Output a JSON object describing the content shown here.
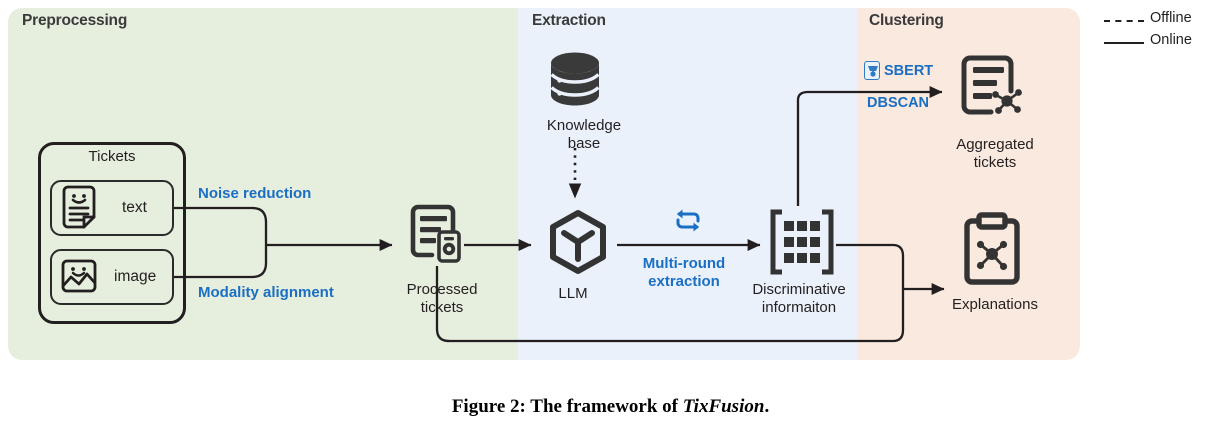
{
  "panels": [
    {
      "id": "preprocessing",
      "title": "Preprocessing",
      "color": "#e6eedd"
    },
    {
      "id": "extraction",
      "title": "Extraction",
      "color": "#eaf1fa"
    },
    {
      "id": "clustering",
      "title": "Clustering",
      "color": "#fae9de"
    }
  ],
  "legend": {
    "items": [
      {
        "label": "Offline",
        "line_style": "dashed"
      },
      {
        "label": "Online",
        "line_style": "solid"
      }
    ]
  },
  "preprocessing": {
    "tickets_group_label": "Tickets",
    "modalities": [
      {
        "label": "text",
        "icon": "document-smiley-icon"
      },
      {
        "label": "image",
        "icon": "image-smiley-icon"
      }
    ],
    "edge_labels": [
      {
        "text": "Noise reduction",
        "color": "#1a6fc4"
      },
      {
        "text": "Modality alignment",
        "color": "#1a6fc4"
      }
    ],
    "processed_tickets": {
      "label_line1": "Processed",
      "label_line2": "tickets",
      "icon": "document-gear-icon"
    }
  },
  "extraction": {
    "knowledge_base": {
      "label_line1": "Knowledge",
      "label_line2": "base",
      "icon": "database-icon"
    },
    "llm": {
      "label": "LLM",
      "icon": "cube-hexagon-icon"
    },
    "multi_round": {
      "label_line1": "Multi-round",
      "label_line2": "extraction",
      "icon": "repeat-loop-icon",
      "color": "#1a6fc4"
    },
    "discriminative": {
      "label_line1": "Discriminative",
      "label_line2": "informaiton",
      "icon": "matrix-icon"
    }
  },
  "clustering": {
    "methods": [
      {
        "label": "SBERT",
        "icon": "sbert-badge-icon",
        "color": "#1a6fc4"
      },
      {
        "label": "DBSCAN",
        "icon": null,
        "color": "#1a6fc4"
      }
    ],
    "aggregated": {
      "label_line1": "Aggregated",
      "label_line2": "tickets",
      "icon": "document-graph-icon"
    },
    "explanations": {
      "label": "Explanations",
      "icon": "clipboard-graph-icon"
    }
  },
  "caption": {
    "prefix": "Figure 2: The framework of ",
    "emphasis": "TixFusion",
    "suffix": "."
  }
}
